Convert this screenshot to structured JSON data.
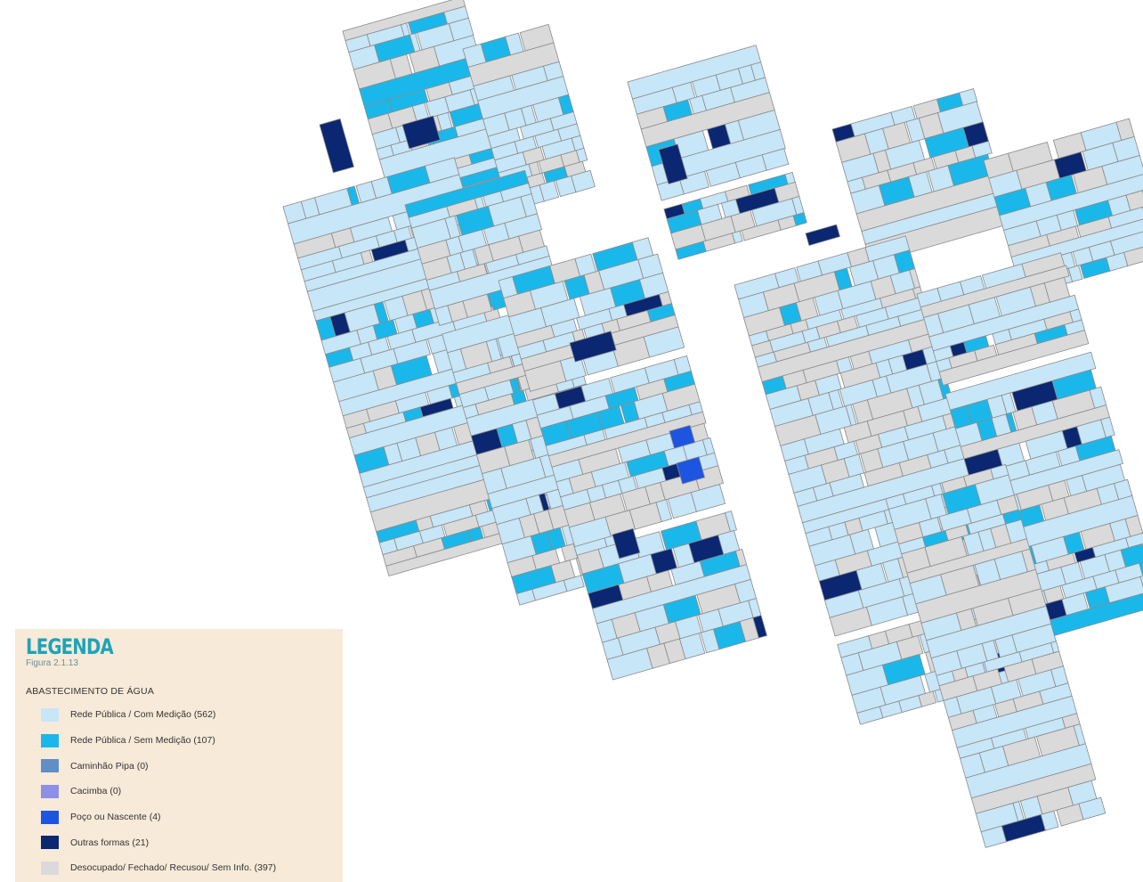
{
  "map": {
    "background": "#ffffff",
    "lot_stroke": "#8a8a8a"
  },
  "legend": {
    "title": "LEGENDA",
    "subtitle": "Figura 2.1.13",
    "heading": "ABASTECIMENTO DE ÁGUA",
    "background": "#f8ead8",
    "items": [
      {
        "label": "Rede Pública / Com Medição (562)",
        "color": "#c7e6f8"
      },
      {
        "label": "Rede Pública / Sem Medição (107)",
        "color": "#1ab8ea"
      },
      {
        "label": "Caminhão Pipa (0)",
        "color": "#5f8fc6"
      },
      {
        "label": "Cacimba (0)",
        "color": "#8f8ee8"
      },
      {
        "label": "Poço ou Nascente (4)",
        "color": "#1d55e0"
      },
      {
        "label": "Outras formas (21)",
        "color": "#0b2771"
      },
      {
        "label": "Desocupado/ Fechado/ Recusou/ Sem Info. (397)",
        "color": "#dadada"
      }
    ]
  }
}
